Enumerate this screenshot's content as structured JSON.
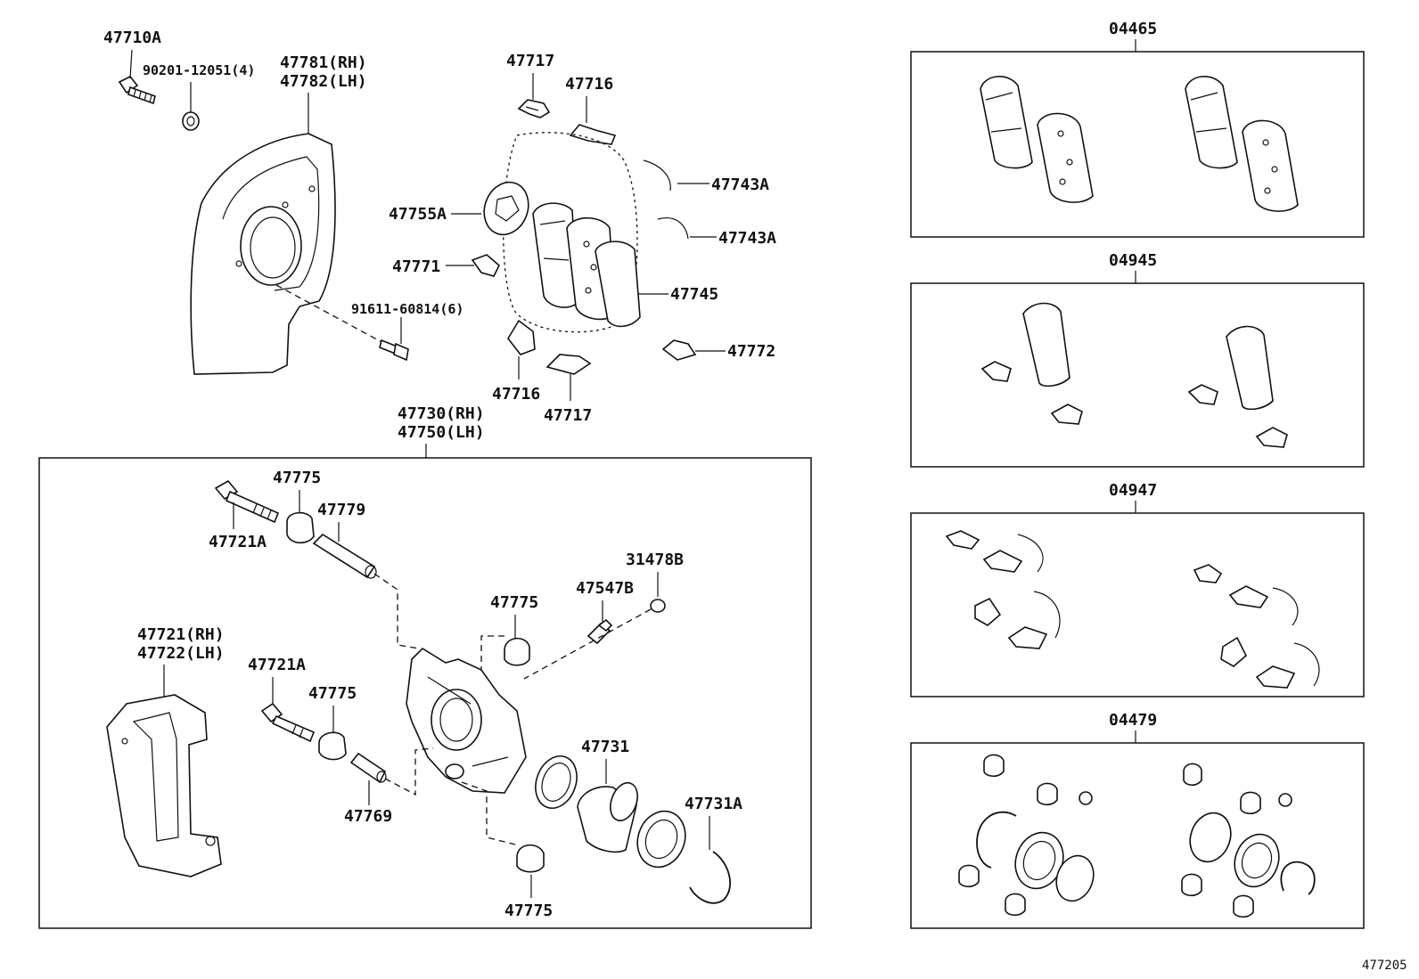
{
  "diagram_id": "477205",
  "callouts": {
    "p47710A": "47710A",
    "p90201": "90201-12051(4)",
    "p47781": "47781(RH)",
    "p47782": "47782(LH)",
    "p47717_top": "47717",
    "p47716_top": "47716",
    "p47743A_1": "47743A",
    "p47755A": "47755A",
    "p47743A_2": "47743A",
    "p47771": "47771",
    "p47745": "47745",
    "p91611": "91611-60814(6)",
    "p47772": "47772",
    "p47716_bot": "47716",
    "p47717_bot": "47717",
    "p47730": "47730(RH)",
    "p47750": "47750(LH)",
    "p47775_a": "47775",
    "p47779": "47779",
    "p47721A_a": "47721A",
    "p31478B": "31478B",
    "p47547B": "47547B",
    "p47775_b": "47775",
    "p47721": "47721(RH)",
    "p47722": "47722(LH)",
    "p47721A_b": "47721A",
    "p47775_c": "47775",
    "p47731": "47731",
    "p47769": "47769",
    "p47731A": "47731A",
    "p47775_d": "47775"
  },
  "kits": [
    {
      "label": "04465"
    },
    {
      "label": "04945"
    },
    {
      "label": "04947"
    },
    {
      "label": "04479"
    }
  ]
}
